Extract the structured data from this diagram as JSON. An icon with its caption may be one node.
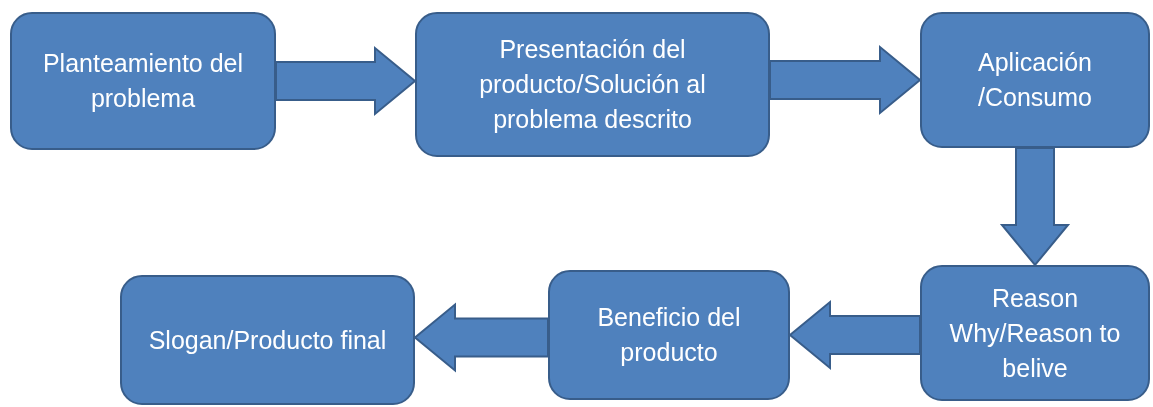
{
  "diagram": {
    "nodes": [
      {
        "text": [
          "Planteamiento del problema"
        ]
      },
      {
        "text": [
          "Presentación del producto/Solución al problema descrito"
        ]
      },
      {
        "text": [
          "Aplicación /Consumo"
        ]
      },
      {
        "text": [
          "Reason Why/Reason to belive"
        ]
      },
      {
        "text": [
          "Beneficio del producto"
        ]
      },
      {
        "text": [
          "Slogan/Producto final"
        ]
      }
    ],
    "edges": [
      {
        "from": 0,
        "to": 1,
        "arrow": "to"
      },
      {
        "from": 1,
        "to": 2,
        "arrow": "to"
      },
      {
        "from": 2,
        "to": 3,
        "arrow": "to"
      },
      {
        "from": 3,
        "to": 4,
        "arrow": "to"
      },
      {
        "from": 4,
        "to": 5,
        "arrow": "to"
      }
    ]
  }
}
